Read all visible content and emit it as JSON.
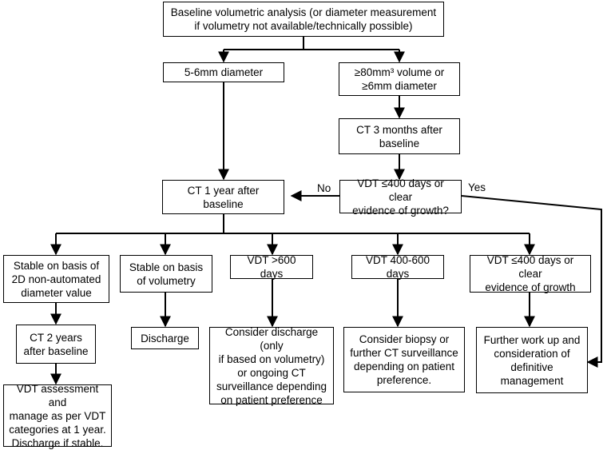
{
  "nodes": {
    "baseline": "Baseline volumetric analysis (or diameter measurement\nif volumetry not available/technically possible)",
    "d56": "5-6mm diameter",
    "d80": "≥80mm³ volume or\n≥6mm diameter",
    "ct3m": "CT 3 months after\nbaseline",
    "ct1y": "CT 1 year after\nbaseline",
    "vdtq": "VDT ≤400 days or clear\nevidence of growth?",
    "stable2d": "Stable on basis of\n2D non-automated\ndiameter value",
    "stablevol": "Stable on basis\nof volumetry",
    "vdt600": "VDT >600 days",
    "vdt400600": "VDT 400-600 days",
    "vdt400": "VDT ≤400 days or clear\nevidence of growth",
    "ct2y": "CT 2 years\nafter baseline",
    "discharge": "Discharge",
    "consider_discharge": "Consider discharge (only\nif based on volumetry)\nor ongoing CT\nsurveillance depending\non patient preference",
    "consider_biopsy": "Consider biopsy or\nfurther CT surveillance\ndepending on patient\npreference.",
    "further_workup": "Further work up and\nconsideration of\ndefinitive\nmanagement",
    "vdt_assess": "VDT assessment and\nmanage as per VDT\ncategories at 1 year.\nDischarge if stable."
  },
  "edge_labels": {
    "no": "No",
    "yes": "Yes"
  }
}
